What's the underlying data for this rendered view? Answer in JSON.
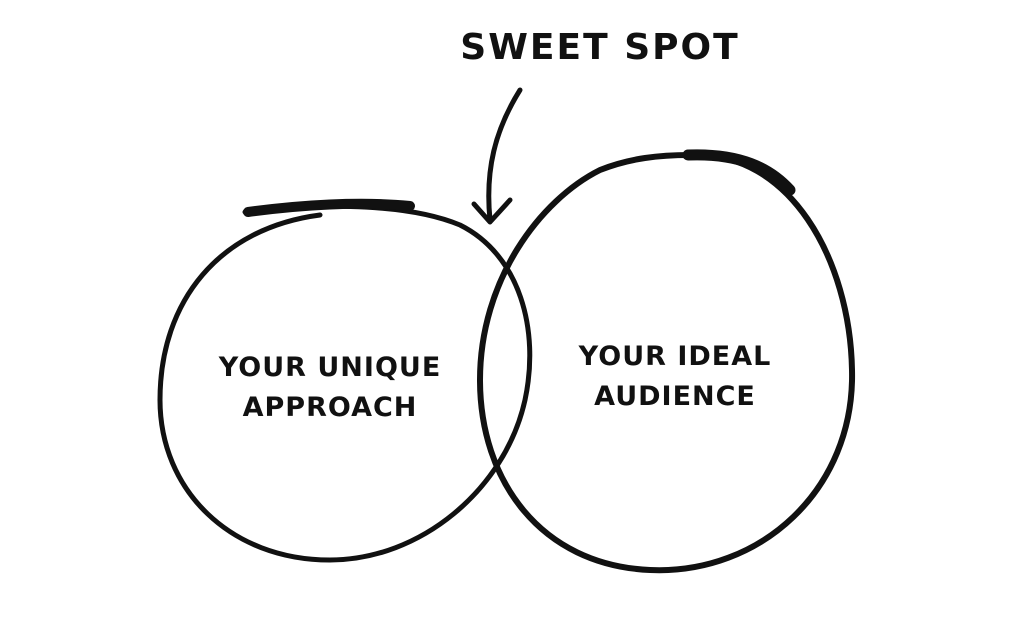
{
  "title": "SWEET SPOT",
  "left_circle": {
    "line1": "YOUR UNIQUE",
    "line2": "APPROACH"
  },
  "right_circle": {
    "line1": "YOUR IDEAL",
    "line2": "AUDIENCE"
  },
  "colors": {
    "ink": "#111111",
    "background": "#ffffff"
  }
}
